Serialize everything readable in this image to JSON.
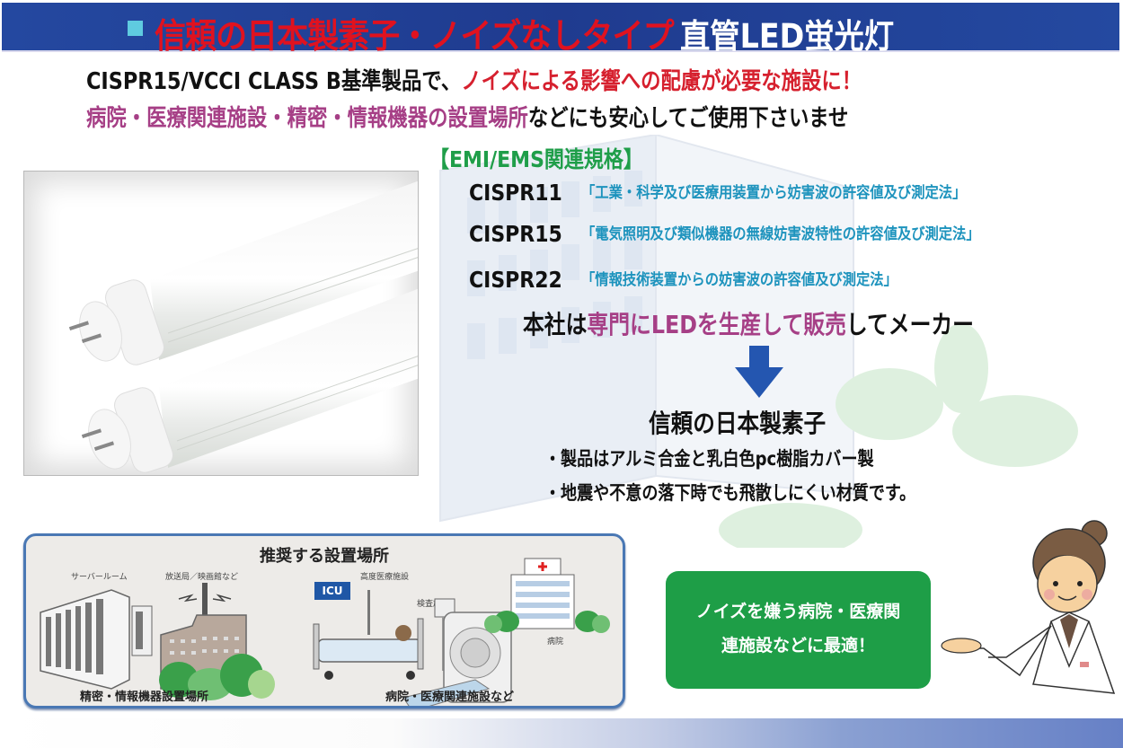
{
  "header": {
    "square_icon": "square-bullet-icon",
    "title_red": "信頼の日本製素子・ノイズなしタイプ",
    "title_white": "直管LED蛍光灯"
  },
  "intro": {
    "line1_black": "CISPR15/VCCI CLASS B基準製品で、",
    "line1_red": "ノイズによる影響への配慮が必要な施設に！",
    "line2_purple": "病院・医療関連施設・精密・情報機器の設置場所",
    "line2_black": "などにも安心してご使用下さいませ"
  },
  "product_photo": {
    "alt": "直管LED蛍光灯 2本"
  },
  "standards": {
    "heading": "【EMI/EMS関連規格】",
    "items": [
      {
        "code": "CISPR11",
        "desc": "「工業・科学及び医療用装置から妨害波の許容値及び測定法」"
      },
      {
        "code": "CISPR15",
        "desc": "「電気照明及び類似機器の無線妨害波特性の許容値及び測定法」"
      },
      {
        "code": "CISPR22",
        "desc": "「情報技術装置からの妨害波の許容値及び測定法」"
      }
    ]
  },
  "maker": {
    "prefix": "本社は",
    "highlight": "専門にLEDを生産して販売",
    "suffix": "してメーカー"
  },
  "arrow_icon": "arrow-down-icon",
  "elements": {
    "title": "信頼の日本製素子",
    "features": [
      "・製品はアルミ合金と乳白色pc樹脂カバー製",
      "・地震や不意の落下時でも飛散しにくい材質です。"
    ]
  },
  "places": {
    "title": "推奨する設置場所",
    "labels": {
      "server_room": "サーバールーム",
      "broadcast": "放送局／映画館など",
      "advanced_medical": "高度医療施設",
      "icu": "ICU",
      "inspection": "検査施設",
      "hospital": "病院"
    },
    "captions": {
      "left": "精密・情報機器設置場所",
      "right": "病院・医療関連施設など"
    }
  },
  "callout": {
    "line1": "ノイズを嫌う病院・医療関",
    "line2": "連施設などに最適！"
  },
  "colors": {
    "header_blue": "#1f3b8f",
    "title_red": "#e0121f",
    "accent_square": "#5fcbe0",
    "intro_red": "#d6202e",
    "purple": "#a63f86",
    "green": "#1f9e49",
    "std_blue": "#1d93bd",
    "arrow_blue": "#2456b0",
    "callout_green": "#1e9e47"
  }
}
